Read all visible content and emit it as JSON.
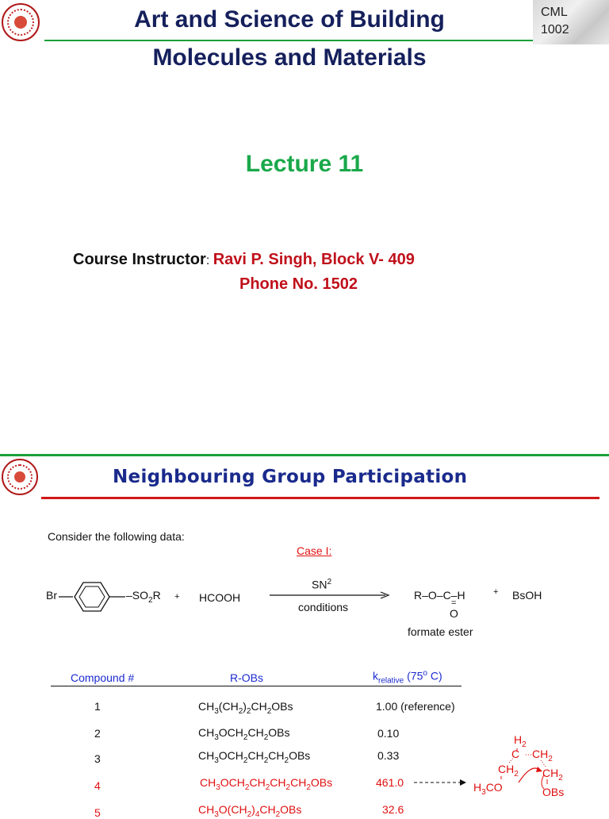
{
  "slide1": {
    "code_line1": "CML",
    "code_line2": "1002",
    "title_line1": "Art and Science of Building",
    "title_line2": "Molecules and Materials",
    "lecture": "Lecture 11",
    "instructor_label": "Course Instructor",
    "instructor_sep": ": ",
    "instructor_name": "Ravi P. Singh, Block V- 409",
    "phone": "Phone No. 1502"
  },
  "slide2": {
    "title": "Neighbouring Group Participation",
    "intro": "Consider the following data:",
    "case": "Case I:",
    "reaction": {
      "br": "Br",
      "plus1": "+",
      "hcooh": "HCOOH",
      "arrow_top": "SN",
      "arrow_top_sup": "2",
      "arrow_bottom": "conditions",
      "product": "R–O–C–H",
      "product_o": "O",
      "double_bond": "=",
      "plus2": "+",
      "bsoh": "BsOH",
      "product_label": "formate ester"
    },
    "table": {
      "headers": {
        "compound": "Compound #",
        "robs": "R-OBs",
        "k": "k",
        "k_sub": "relative",
        "k_cond": " (75",
        "k_deg": "o",
        "k_end": " C)"
      },
      "rows": [
        {
          "num": "1",
          "k": "1.00 (reference)",
          "red": false
        },
        {
          "num": "2",
          "k": "0.10",
          "red": false
        },
        {
          "num": "3",
          "k": "0.33",
          "red": false
        },
        {
          "num": "4",
          "k": "461.0",
          "red": true
        },
        {
          "num": "5",
          "k": "32.6",
          "red": true
        }
      ]
    },
    "intermediate": {
      "h2": "H",
      "h2_sub": "2",
      "c": "C",
      "ch2": "CH",
      "ch2_sub": "2",
      "h3co": "H",
      "h3co_sub": "3",
      "h3co_end": "CO",
      "obs": "OBs"
    }
  }
}
